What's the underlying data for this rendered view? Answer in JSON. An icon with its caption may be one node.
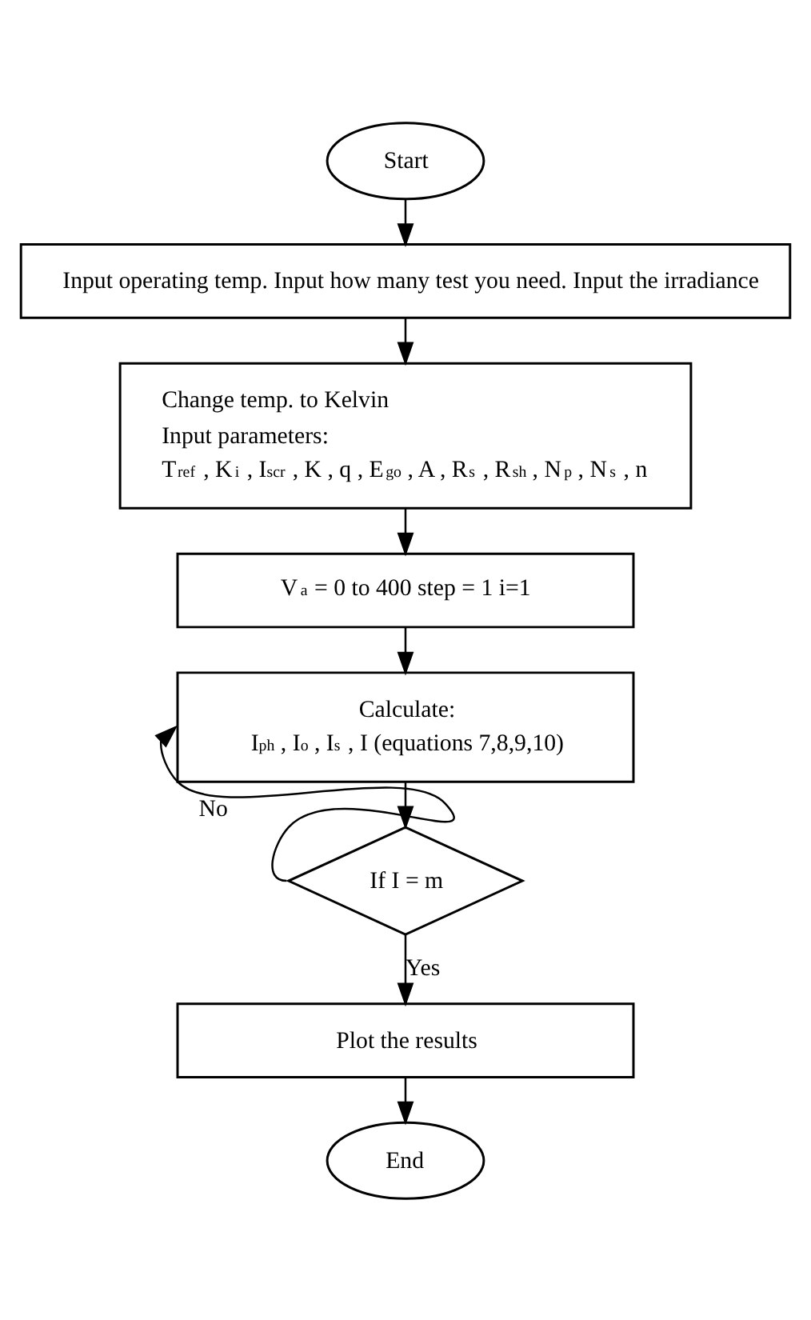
{
  "diagram": {
    "nodes": [
      {
        "text": [
          "Start"
        ]
      },
      {
        "text": [
          "Input operating temp. Input how many test you need. Input the irradiance"
        ]
      },
      {
        "text": [
          "Change temp. to Kelvin",
          "Input parameters:",
          "T$_{ref}$ , K$_{i}$ , I$_{scr}$ , K , q , E$_{go}$ , A , R$_{s}$ , R$_{sh}$ , N$_{p}$ , N$_{s}$ , n"
        ]
      },
      {
        "text": [
          "V$_{a}$ = 0 to 400 step = 1 i=1"
        ]
      },
      {
        "text": [
          "Calculate:",
          "I$_{ph}$ , I$_{o}$ , I$_{s}$ , I (equations 7,8,9,10)"
        ]
      },
      {
        "text": [
          "If I = m"
        ]
      },
      {
        "text": [
          "Plot the results"
        ]
      },
      {
        "text": [
          "End"
        ]
      }
    ],
    "edges": [
      {
        "from": 0,
        "to": 1,
        "arrow": "to"
      },
      {
        "from": 1,
        "to": 2,
        "arrow": "to"
      },
      {
        "from": 2,
        "to": 3,
        "arrow": "to"
      },
      {
        "from": 3,
        "to": 4,
        "arrow": "to"
      },
      {
        "from": 4,
        "to": 5,
        "arrow": "to"
      },
      {
        "from": 5,
        "to": 4,
        "arrow": "to",
        "label": "No"
      },
      {
        "from": 5,
        "to": 6,
        "arrow": "to",
        "label": "Yes"
      },
      {
        "from": 6,
        "to": 7,
        "arrow": "to"
      }
    ]
  }
}
